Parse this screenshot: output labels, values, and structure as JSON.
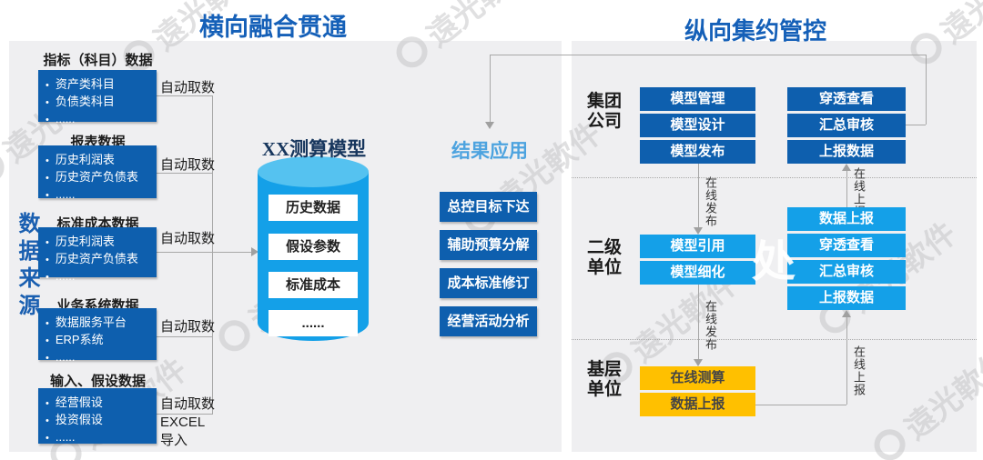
{
  "brand_watermark": {
    "text": "遠光軟件"
  },
  "overlay_watermark": {
    "text": "处"
  },
  "left_panel": {
    "title": "横向融合贯通",
    "side_label": "数据来源",
    "groups": [
      {
        "header": "指标（科目）数据",
        "items": [
          "资产类科目",
          "负债类科目",
          "......"
        ],
        "tag": "自动取数"
      },
      {
        "header": "报表数据",
        "items": [
          "历史利润表",
          "历史资产负债表",
          "......"
        ],
        "tag": "自动取数"
      },
      {
        "header": "标准成本数据",
        "items": [
          "历史利润表",
          "历史资产负债表",
          "......"
        ],
        "tag": "自动取数"
      },
      {
        "header": "业务系统数据",
        "items": [
          "数据服务平台",
          "ERP系统",
          "......"
        ],
        "tag": "自动取数"
      },
      {
        "header": "输入、假设数据",
        "items": [
          "经营假设",
          "投资假设",
          "......"
        ],
        "tag": "自动取数",
        "tag2": "EXCEL导入"
      }
    ],
    "model": {
      "title": "XX测算模型",
      "layers": [
        "历史数据",
        "假设参数",
        "标准成本",
        "......"
      ]
    },
    "results": {
      "title": "结果应用",
      "items": [
        "总控目标下达",
        "辅助预算分解",
        "成本标准修订",
        "经营活动分析"
      ]
    }
  },
  "right_panel": {
    "title": "纵向集约管控",
    "tiers": [
      {
        "label_line1": "集团",
        "label_line2": "公司",
        "model_boxes": [
          "模型管理",
          "模型设计",
          "模型发布"
        ],
        "report_boxes": [
          "穿透查看",
          "汇总审核",
          "上报数据"
        ]
      },
      {
        "label_line1": "二级",
        "label_line2": "单位",
        "model_boxes": [
          "模型引用",
          "模型细化"
        ],
        "report_boxes": [
          "数据上报",
          "穿透查看",
          "汇总审核",
          "上报数据"
        ]
      },
      {
        "label_line1": "基层",
        "label_line2": "单位",
        "model_boxes": [
          "在线测算",
          "数据上报"
        ]
      }
    ],
    "edge_labels": {
      "publish": "在线发布",
      "report": "在线上报"
    }
  },
  "colors": {
    "dark_blue": "#0e5fae",
    "bright_blue": "#14a0e8",
    "yellow": "#ffc000",
    "title_blue": "#1560b8"
  }
}
